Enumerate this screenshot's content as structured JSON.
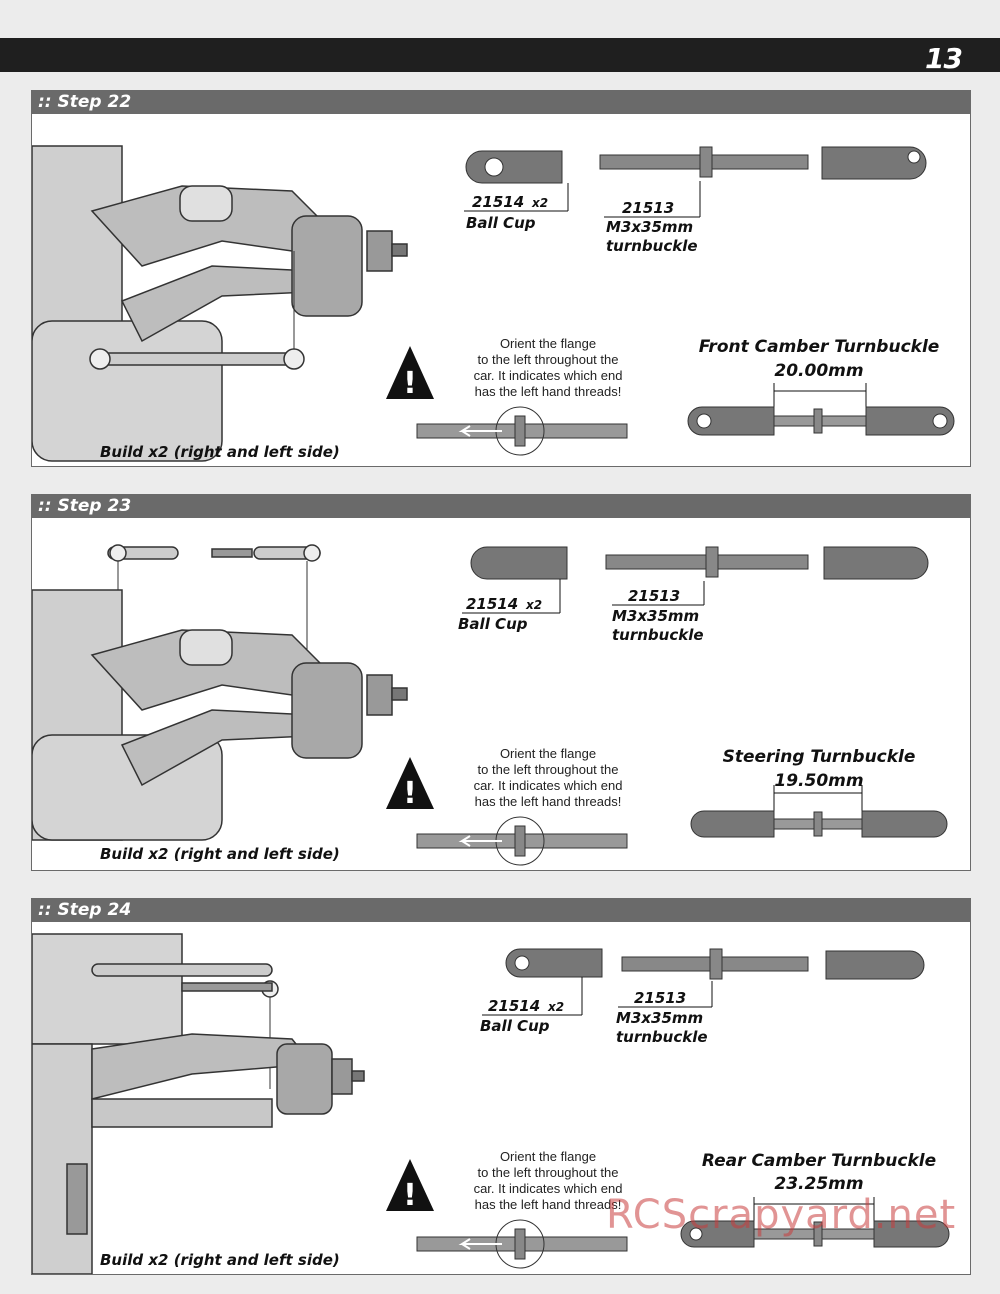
{
  "page_number": "13",
  "steps": [
    {
      "title": ":: Step 22",
      "ball_cup_part": "21514",
      "ball_cup_qty": "x2",
      "ball_cup_label": "Ball Cup",
      "turnbuckle_part": "21513",
      "turnbuckle_size": "M3x35mm",
      "turnbuckle_label": "turnbuckle",
      "note": [
        "Orient the flange",
        "to the left throughout the",
        "car. It indicates which end",
        "has the left hand threads!"
      ],
      "assembly_title": "Front Camber Turnbuckle",
      "assembly_length": "20.00mm",
      "build": "Build x2 (right and left side)"
    },
    {
      "title": ":: Step 23",
      "ball_cup_part": "21514",
      "ball_cup_qty": "x2",
      "ball_cup_label": "Ball Cup",
      "turnbuckle_part": "21513",
      "turnbuckle_size": "M3x35mm",
      "turnbuckle_label": "turnbuckle",
      "note": [
        "Orient the flange",
        "to the left throughout the",
        "car. It indicates which end",
        "has the left hand threads!"
      ],
      "assembly_title": "Steering Turnbuckle",
      "assembly_length": "19.50mm",
      "build": "Build x2 (right and left side)"
    },
    {
      "title": ":: Step 24",
      "ball_cup_part": "21514",
      "ball_cup_qty": "x2",
      "ball_cup_label": "Ball Cup",
      "turnbuckle_part": "21513",
      "turnbuckle_size": "M3x35mm",
      "turnbuckle_label": "turnbuckle",
      "note": [
        "Orient the flange",
        "to the left throughout the",
        "car. It indicates which end",
        "has the left hand threads!"
      ],
      "assembly_title": "Rear Camber Turnbuckle",
      "assembly_length": "23.25mm",
      "build": "Build x2 (right and left side)"
    }
  ],
  "watermark": "RCScrapyard.net"
}
